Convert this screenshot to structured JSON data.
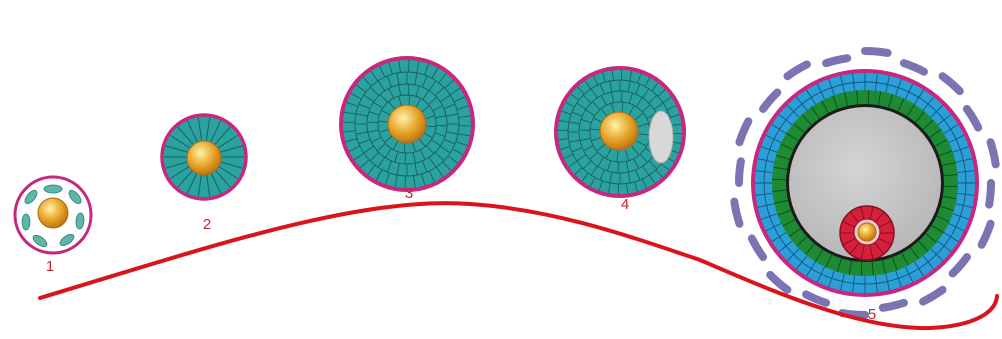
{
  "diagram": {
    "stages": [
      {
        "label": "1"
      },
      {
        "label": "2"
      },
      {
        "label": "3"
      },
      {
        "label": "4"
      },
      {
        "label": "5"
      }
    ],
    "colors": {
      "curve": "#d9141d",
      "zona_outline": "#c8277f",
      "granulosa_teal": "#2aa3a0",
      "granulosa_green": "#1e8a33",
      "granulosa_blue": "#2b9fd8",
      "theca_purple": "#7b74b3",
      "antrum_fluid": "#c6c6c6",
      "oocyte_gold": "#e4a52a",
      "cumulus_red": "#d6203b",
      "label": "#c8262e"
    }
  }
}
